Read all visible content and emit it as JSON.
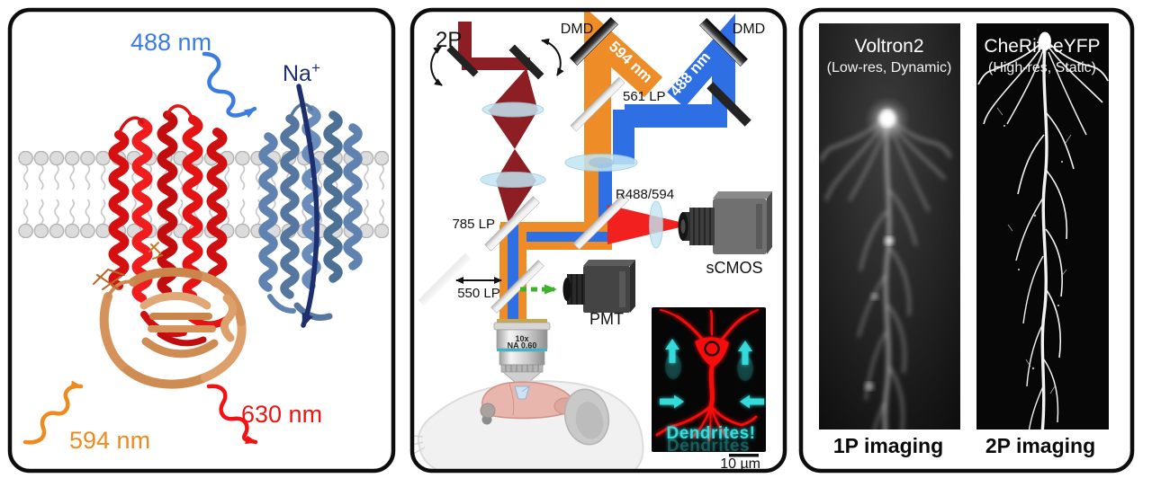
{
  "figure": {
    "membrane_panel": {
      "label_488nm": "488 nm",
      "label_na": "Na",
      "label_na_sup": "+",
      "label_594nm": "594 nm",
      "label_630nm": "630 nm"
    },
    "optics_panel": {
      "label_2p": "2P",
      "dmd_left": "DMD",
      "dmd_right": "DMD",
      "beam_594": "594 nm",
      "beam_488": "488 nm",
      "filter_561lp": "561 LP",
      "dichroic_r488_594": "R488/594",
      "filter_785lp": "785 LP",
      "filter_550lp": "550 LP",
      "camera_scmos": "sCMOS",
      "detector_pmt": "PMT",
      "objective_mag": "10x",
      "objective_na": "NA 0.60",
      "inset_caption": "Dendrites!",
      "inset_caption_ghost": "Dendrites",
      "scale_bar_label": "10 µm"
    },
    "imaging_panel": {
      "left": {
        "title": "Voltron2",
        "subtitle": "(Low-res, Dynamic)",
        "caption": "1P imaging"
      },
      "right": {
        "title": "CheRiff-eYFP",
        "subtitle": "(High-res, Static)",
        "caption": "2P imaging"
      }
    },
    "colors": {
      "laser_488_blue": "#2f6fe4",
      "laser_594_orange": "#ee8c27",
      "laser_2p_maroon": "#8d1e23",
      "emission_630_red": "#f32020",
      "pmt_signal_green": "#3cb32b",
      "na_arrow_navy": "#1d2f6e",
      "label_488_blue": "#3b7ce2",
      "label_594_orange": "#ee8a1e",
      "label_630_red": "#f21212",
      "inset_cyan": "#38dcdc",
      "protein_red": "#dd1111",
      "protein_blue": "#5f82b0",
      "protein_tan": "#d5935b"
    }
  }
}
